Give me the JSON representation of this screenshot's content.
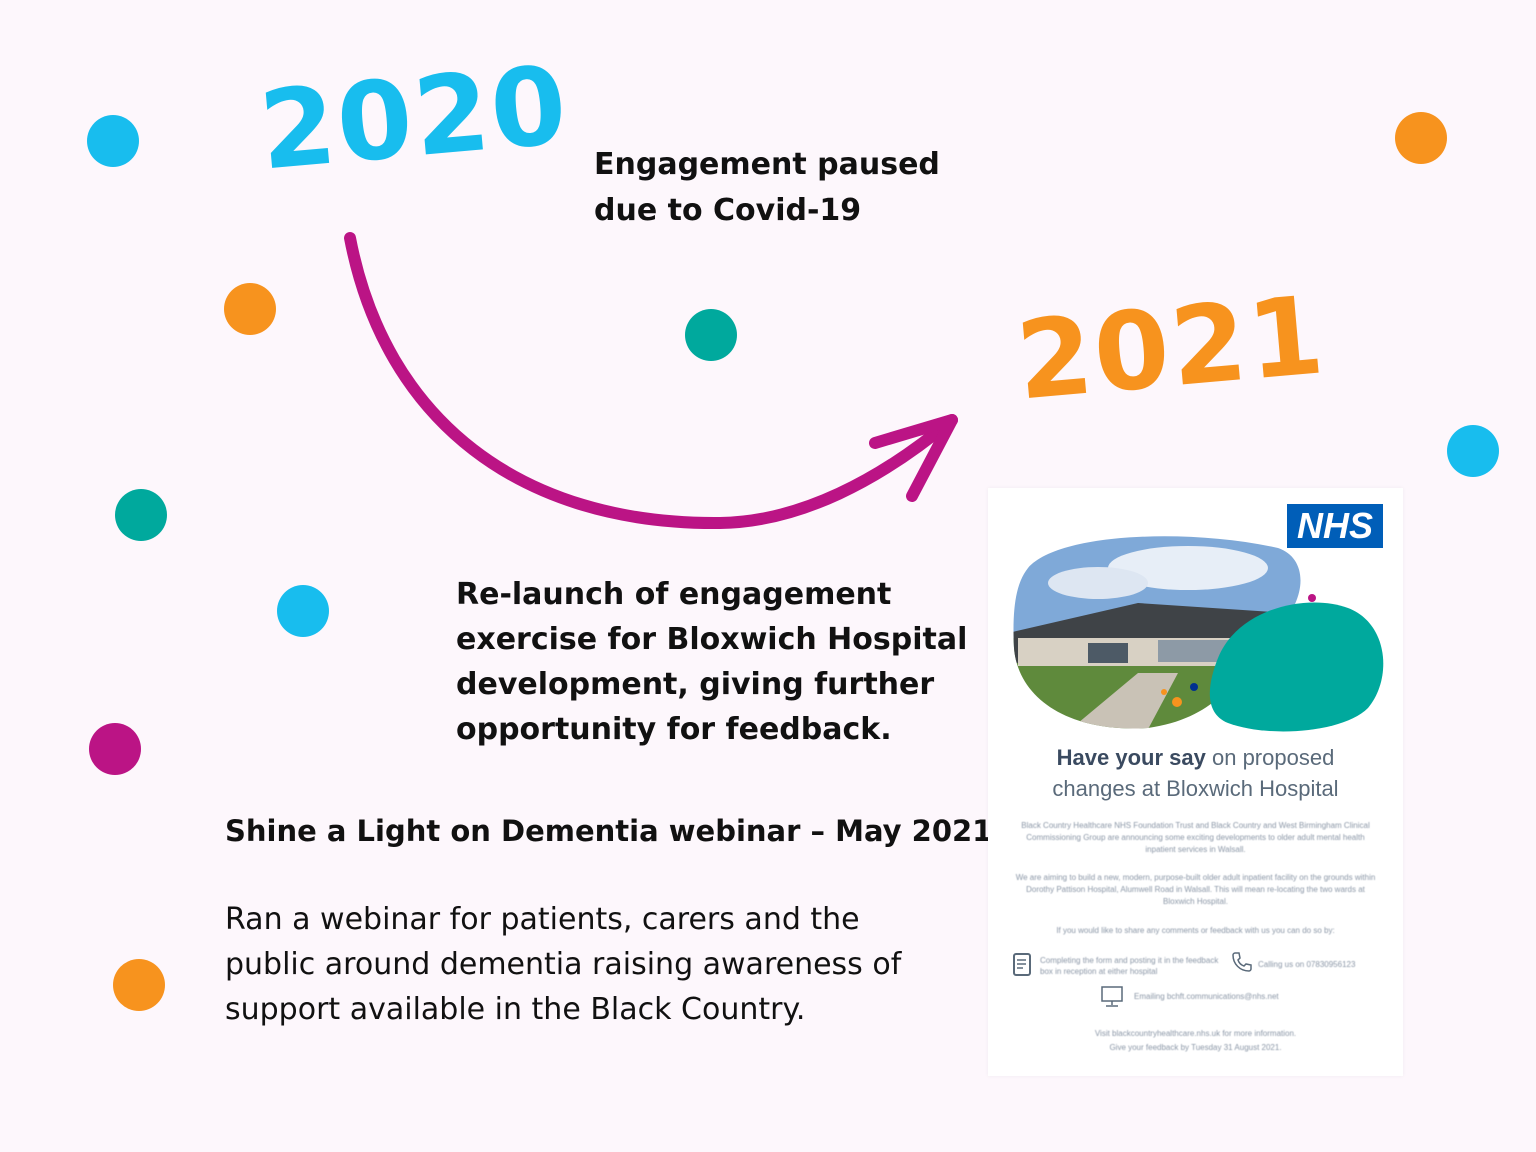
{
  "colors": {
    "background": "#fdf7fc",
    "blue": "#18bdee",
    "orange": "#f7931e",
    "teal": "#00a99d",
    "magenta": "#bb1485",
    "nhs_blue": "#005eb8"
  },
  "timeline": {
    "year_start": "2020",
    "year_end": "2021",
    "paused_line1": "Engagement paused",
    "paused_line2": "due to Covid-19",
    "relaunch_lines": [
      "Re-launch of engagement",
      "exercise for Bloxwich Hospital",
      "development, giving further",
      "opportunity for feedback."
    ],
    "webinar_heading": "Shine a Light on Dementia webinar – May 2021",
    "webinar_lines": [
      "Ran a webinar for patients, carers and the",
      "public around dementia raising awareness of",
      "support available in the Black Country."
    ]
  },
  "poster": {
    "logo": "NHS",
    "title_bold": "Have your say",
    "title_rest": " on proposed",
    "title_line2": "changes at Bloxwich Hospital",
    "para1": "Black Country Healthcare NHS Foundation Trust and Black Country and West Birmingham Clinical Commissioning Group are announcing some exciting developments to older adult mental health inpatient services in Walsall.",
    "para2": "We are aiming to build a new, modern, purpose-built older adult inpatient facility on the grounds within Dorothy Pattison Hospital, Alumwell Road in Walsall. This will mean re-locating the two wards at Bloxwich Hospital.",
    "para3": "If you would like to share any comments or feedback with us you can do so by:",
    "option1": "Completing the form and posting it in the feedback box in reception at either hospital",
    "option2": "Calling us on 07830956123",
    "option3": "Emailing bchft.communications@nhs.net",
    "footer1": "Visit blackcountryhealthcare.nhs.uk for more information.",
    "footer2": "Give your feedback by Tuesday 31 August 2021."
  }
}
